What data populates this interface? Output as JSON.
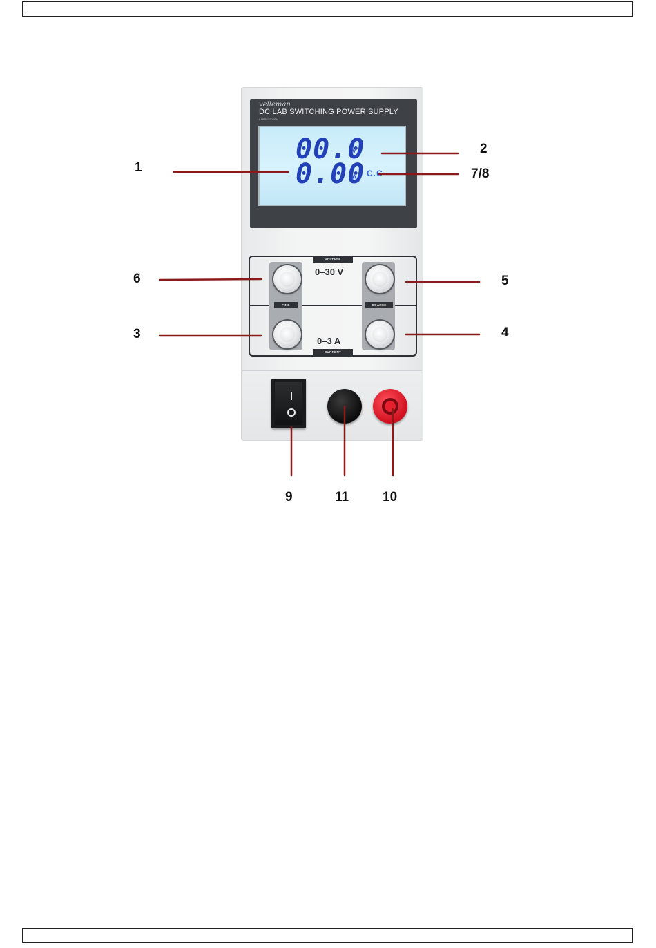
{
  "header_box": "",
  "footer_box": "",
  "device": {
    "brand": "velleman",
    "model_title": "DC LAB SWITCHING POWER SUPPLY",
    "sub_tag": "LABPS3005SM",
    "display": {
      "voltage_reading": "00.0",
      "voltage_unit": "V",
      "current_reading": "0.00",
      "current_unit": "A",
      "mode_indicator": "C.C"
    },
    "controls": {
      "voltage_tag": "VOLTAGE",
      "current_tag": "CURRENT",
      "fine_tag": "FINE",
      "coarse_tag": "COARSE",
      "voltage_range": "0–30 V",
      "current_range": "0–3 A"
    }
  },
  "callouts": [
    {
      "id": "c1",
      "label": "1"
    },
    {
      "id": "c2",
      "label": "2"
    },
    {
      "id": "c78",
      "label": "7/8"
    },
    {
      "id": "c6",
      "label": "6"
    },
    {
      "id": "c5",
      "label": "5"
    },
    {
      "id": "c3",
      "label": "3"
    },
    {
      "id": "c4",
      "label": "4"
    },
    {
      "id": "c9",
      "label": "9"
    },
    {
      "id": "c11",
      "label": "11"
    },
    {
      "id": "c10",
      "label": "10"
    }
  ],
  "colors": {
    "leader_line": "#8b1a1a",
    "lcd_digits": "#2240b8",
    "red_terminal": "#d0101e"
  }
}
